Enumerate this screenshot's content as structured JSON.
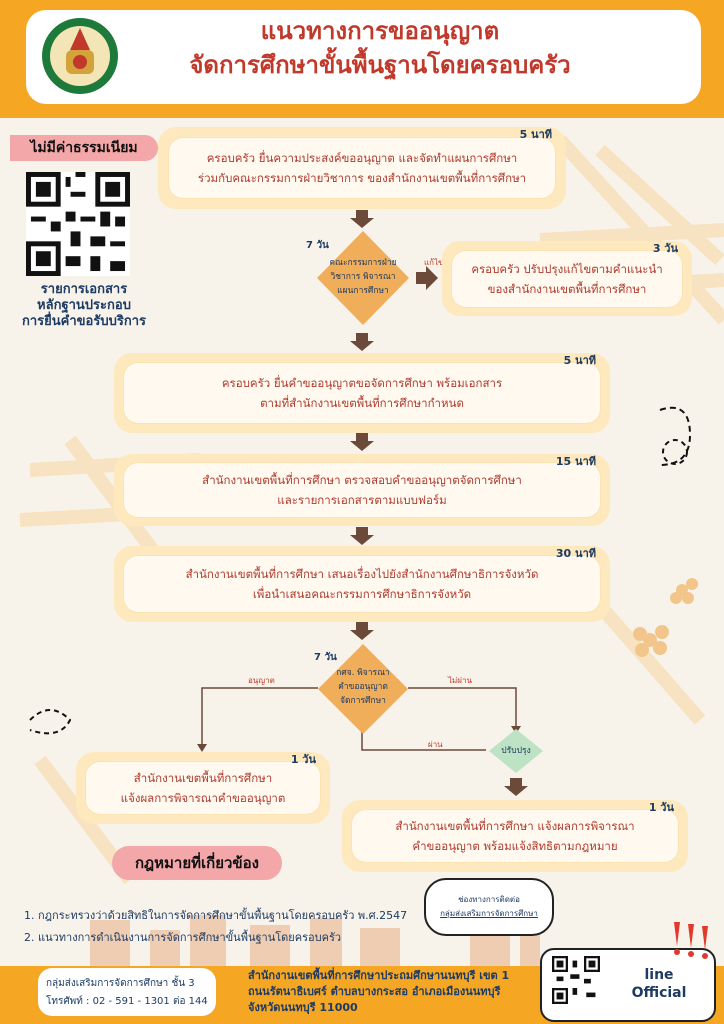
{
  "header": {
    "title_line1": "แนวทางการขออนุญาต",
    "title_line2": "จัดการศึกษาขั้นพื้นฐานโดยครอบครัว"
  },
  "fee_badge": "ไม่มีค่าธรรมเนียม",
  "qr_caption": [
    "รายการเอกสาร",
    "หลักฐานประกอบ",
    "การยื่นคำขอรับบริการ"
  ],
  "steps": {
    "s1": {
      "time": "5 นาที",
      "line1": "ครอบครัว ยื่นความประสงค์ขออนุญาต และจัดทำแผนการศึกษา",
      "line2": "ร่วมกับคณะกรรมการฝ่ายวิชาการ ของสำนักงานเขตพื้นที่การศึกษา"
    },
    "d1": {
      "time": "7 วัน",
      "line1": "คณะกรรมการฝ่าย",
      "line2": "วิชาการ พิจารณา",
      "line3": "แผนการศึกษา",
      "branch": "แก้ไข"
    },
    "s1b": {
      "time": "3 วัน",
      "line1": "ครอบครัว ปรับปรุงแก้ไขตามคำแนะนำ",
      "line2": "ของสำนักงานเขตพื้นที่การศึกษา"
    },
    "s2": {
      "time": "5 นาที",
      "line1": "ครอบครัว ยื่นคำขออนุญาตขอจัดการศึกษา พร้อมเอกสาร",
      "line2": "ตามที่สำนักงานเขตพื้นที่การศึกษากำหนด"
    },
    "s3": {
      "time": "15 นาที",
      "line1": "สำนักงานเขตพื้นที่การศึกษา ตรวจสอบคำขออนุญาตจัดการศึกษา",
      "line2": "และรายการเอกสารตามแบบฟอร์ม"
    },
    "s4": {
      "time": "30 นาที",
      "line1": "สำนักงานเขตพื้นที่การศึกษา เสนอเรื่องไปยังสำนักงานศึกษาธิการจังหวัด",
      "line2": "เพื่อนำเสนอคณะกรรมการศึกษาธิการจังหวัด"
    },
    "d2": {
      "time": "7 วัน",
      "line1": "กศจ. พิจารณา",
      "line2": "คำขออนุญาต",
      "line3": "จัดการศึกษา",
      "approve": "อนุญาต",
      "reject": "ไม่ผ่าน",
      "pass": "ผ่าน"
    },
    "d3": {
      "label": "ปรับปรุง"
    },
    "s5a": {
      "time": "1 วัน",
      "line1": "สำนักงานเขตพื้นที่การศึกษา",
      "line2": "แจ้งผลการพิจารณาคำขออนุญาต"
    },
    "s5b": {
      "time": "1 วัน",
      "line1": "สำนักงานเขตพื้นที่การศึกษา แจ้งผลการพิจารณา",
      "line2": "คำขออนุญาต พร้อมแจ้งสิทธิตามกฎหมาย"
    }
  },
  "laws": {
    "title": "กฎหมายที่เกี่ยวข้อง",
    "items": [
      "1. กฎกระทรวงว่าด้วยสิทธิในการจัดการศึกษาขั้นพื้นฐานโดยครอบครัว พ.ศ.2547",
      "2. แนวทางการดำเนินงานการจัดการศึกษาขั้นพื้นฐานโดยครอบครัว"
    ]
  },
  "contact_bubble": {
    "line1": "ช่องทางการติดต่อ",
    "line2": "กลุ่มส่งเสริมการจัดการศึกษา"
  },
  "footer": {
    "group": "กลุ่มส่งเสริมการจัดการศึกษา ชั้น 3",
    "phone": "โทรศัพท์ : 02 - 591 - 1301 ต่อ 144",
    "office_line1": "สำนักงานเขตพื้นที่การศึกษาประถมศึกษานนทบุรี เขต 1",
    "office_line2": "ถนนรัตนาธิเบศร์ ตำบลบางกระสอ อำเภอเมืองนนทบุรี",
    "office_line3": "จังหวัดนนทบุรี 11000"
  },
  "line": {
    "line1": "line",
    "line2": "Official"
  },
  "colors": {
    "orange": "#f5a623",
    "pink": "#f4a7a8",
    "box": "#fde9bd",
    "diamond": "#f0ad5a",
    "green_diamond": "#bde3c4",
    "title": "#c0392b",
    "arrow": "#6b4a3a"
  }
}
